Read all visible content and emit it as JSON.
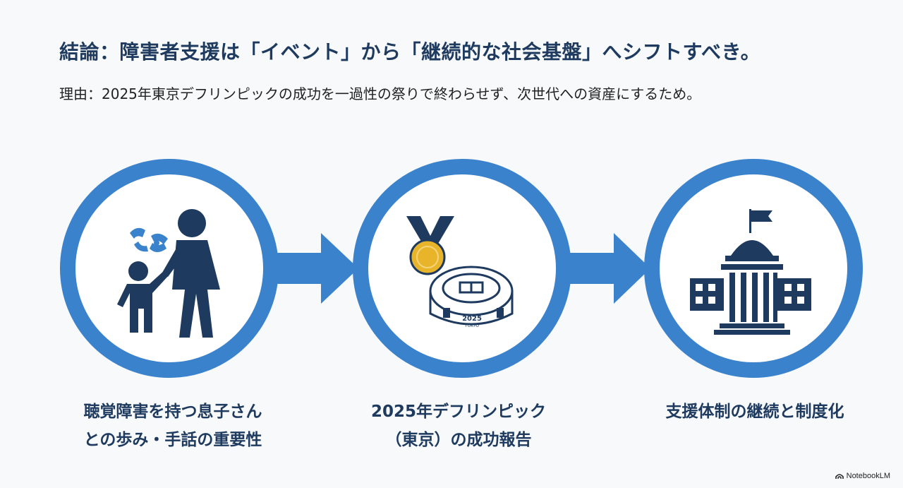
{
  "header": {
    "title": "結論：障害者支援は「イベント」から「継続的な社会基盤」へシフトすべき。",
    "reason": "理由：2025年東京デフリンピックの成功を一過性の祭りで終わらせず、次世代への資産にするため。"
  },
  "steps": [
    {
      "icon": "family-sign-language-icon",
      "line1": "聴覚障害を持つ息子さん",
      "line2": "との歩み・手話の重要性"
    },
    {
      "icon": "medal-stadium-icon",
      "line1": "2025年デフリンピック",
      "line2": "（東京）の成功報告",
      "stadium_text": "2025",
      "stadium_sub": "TOKYO"
    },
    {
      "icon": "government-building-icon",
      "line1": "支援体制の継続と制度化"
    }
  ],
  "footer": {
    "brand": "NotebookLM"
  },
  "colors": {
    "ring": "#3a82cc",
    "navy": "#1e3a5f",
    "gold": "#e8b52a",
    "bg": "#f7f9fb"
  }
}
